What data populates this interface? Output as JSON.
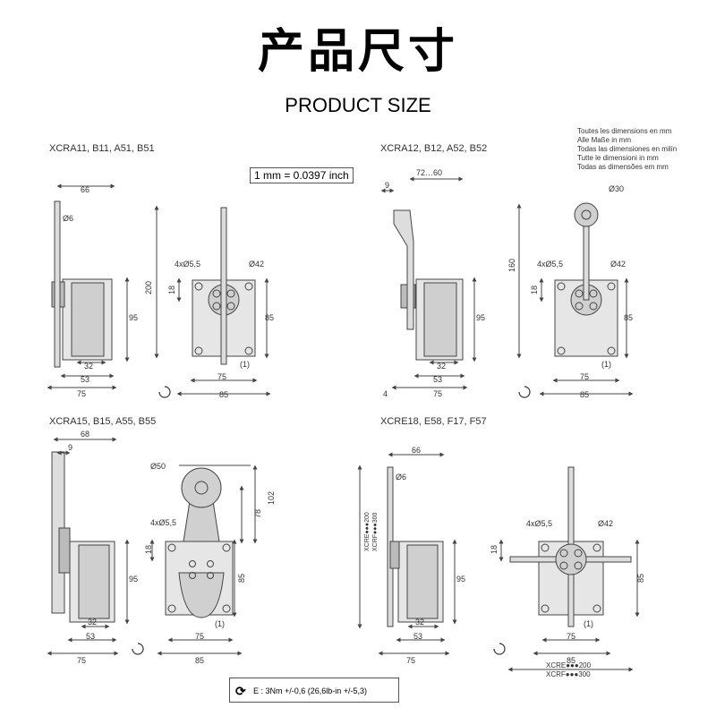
{
  "title": "产品尺寸",
  "subtitle": "PRODUCT SIZE",
  "models": {
    "tl": "XCRA11, B11, A51, B51",
    "tr": "XCRA12, B12, A52, B52",
    "bl": "XCRA15, B15, A55, B55",
    "br": "XCRE18, E58, F17, F57"
  },
  "conversion": "1 mm = 0.0397 inch",
  "languages": [
    "Toutes les dimensions en mm",
    "Alle Maße in mm",
    "Todas las dimensiones en milín",
    "Tutte le dimensioni in mm",
    "Todas as dimensões em mm"
  ],
  "torque": "E : 3Nm +/-0,6 (26,6lb-in +/-5,3)",
  "dims": {
    "tl": {
      "w66": "66",
      "d6": "Ø6",
      "d32": "32",
      "d53": "53",
      "d75": "75",
      "h95": "95",
      "h200": "200",
      "h18": "18",
      "holes": "4xØ5,5",
      "d42": "Ø42",
      "h85": "85",
      "b75": "75",
      "b85": "85",
      "n1": "(1)"
    },
    "tr": {
      "w9": "9",
      "w7260": "72…60",
      "d32": "32",
      "d53": "53",
      "d75": "75",
      "h95": "95",
      "n4": "4",
      "h160": "160",
      "h18": "18",
      "d30": "Ø30",
      "holes": "4xØ5,5",
      "d42": "Ø42",
      "h85": "85",
      "b75": "75",
      "b85": "85",
      "n1": "(1)"
    },
    "bl": {
      "w68": "68",
      "w9": "9",
      "d32": "32",
      "d53": "53",
      "d75": "75",
      "h95": "95",
      "d50": "Ø50",
      "holes": "4xØ5,5",
      "h18": "18",
      "h78": "78",
      "h102": "102",
      "h85": "85",
      "b75": "75",
      "b85": "85",
      "n1": "(1)"
    },
    "br": {
      "w66": "66",
      "d6": "Ø6",
      "v200": "XCRE●●●200",
      "v300": "XCRF●●●300",
      "d32": "32",
      "d53": "53",
      "d75": "75",
      "h95": "95",
      "holes": "4xØ5,5",
      "d42": "Ø42",
      "h18": "18",
      "h85": "85",
      "b75": "75",
      "b85": "85",
      "n1": "(1)",
      "hb200": "XCRE●●●200",
      "hb300": "XCRF●●●300"
    }
  }
}
